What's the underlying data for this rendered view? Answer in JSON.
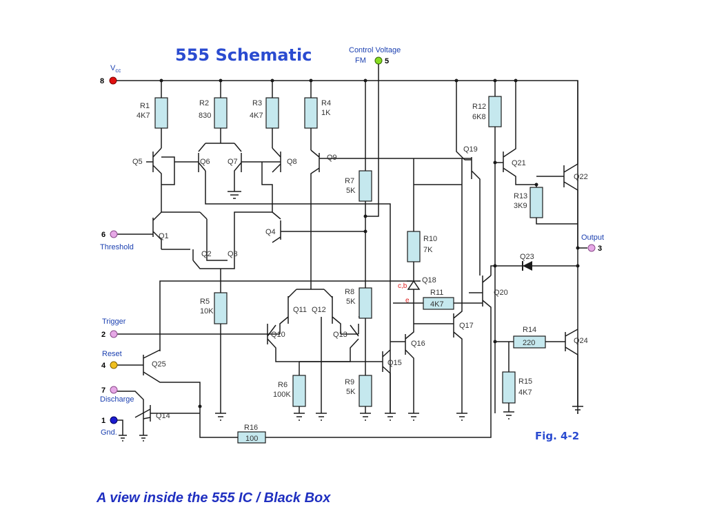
{
  "title": "555 Schematic",
  "figure_label": "Fig. 4-2",
  "caption": "A view inside the 555 IC / Black Box",
  "colors": {
    "title": "#2a4bd0",
    "resistor_fill": "#c5e8ee",
    "vcc_pin": "#e01010",
    "control_pin": "#88dd22",
    "signal_pin": "#e6a8e6",
    "reset_pin": "#f0c020",
    "gnd_pin": "#1b1bd0"
  },
  "pins": {
    "vcc": {
      "number": "8",
      "name": "V",
      "subscript": "cc"
    },
    "control": {
      "number": "5",
      "name_line1": "Control Voltage",
      "name_line2": "FM"
    },
    "threshold": {
      "number": "6",
      "name": "Threshold"
    },
    "output": {
      "number": "3",
      "name": "Output"
    },
    "trigger": {
      "number": "2",
      "name": "Trigger"
    },
    "reset": {
      "number": "4",
      "name": "Reset"
    },
    "discharge": {
      "number": "7",
      "name": "Discharge"
    },
    "gnd": {
      "number": "1",
      "name": "Gnd."
    }
  },
  "resistors": {
    "r1": {
      "name": "R1",
      "value": "4K7"
    },
    "r2": {
      "name": "R2",
      "value": "830"
    },
    "r3": {
      "name": "R3",
      "value": "4K7"
    },
    "r4": {
      "name": "R4",
      "value": "1K"
    },
    "r5": {
      "name": "R5",
      "value": "10K"
    },
    "r6": {
      "name": "R6",
      "value": "100K"
    },
    "r7": {
      "name": "R7",
      "value": "5K"
    },
    "r8": {
      "name": "R8",
      "value": "5K"
    },
    "r9": {
      "name": "R9",
      "value": "5K"
    },
    "r10": {
      "name": "R10",
      "value": "7K"
    },
    "r11": {
      "name": "R11",
      "value": "4K7"
    },
    "r12": {
      "name": "R12",
      "value": "6K8"
    },
    "r13": {
      "name": "R13",
      "value": "3K9"
    },
    "r14": {
      "name": "R14",
      "value": "220"
    },
    "r15": {
      "name": "R15",
      "value": "4K7"
    },
    "r16": {
      "name": "R16",
      "value": "100"
    }
  },
  "transistors": {
    "q1": "Q1",
    "q2": "Q2",
    "q3": "Q3",
    "q4": "Q4",
    "q5": "Q5",
    "q6": "Q6",
    "q7": "Q7",
    "q8": "Q8",
    "q9": "Q9",
    "q10": "Q10",
    "q11": "Q11",
    "q12": "Q12",
    "q13": "Q13",
    "q14": "Q14",
    "q15": "Q15",
    "q16": "Q16",
    "q17": "Q17",
    "q18": "Q18",
    "q19": "Q19",
    "q20": "Q20",
    "q21": "Q21",
    "q22": "Q22",
    "q23": "Q23",
    "q24": "Q24",
    "q25": "Q25"
  },
  "q18_terminals": {
    "cb": "c,b",
    "e": "e"
  }
}
